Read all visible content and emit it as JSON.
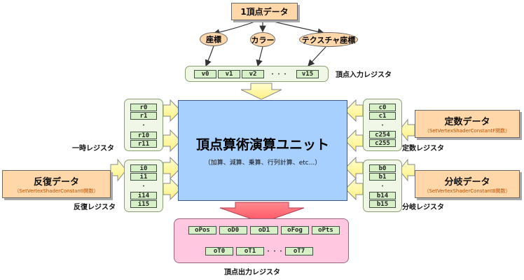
{
  "vertex_data": "1頂点データ",
  "attributes": [
    "座標",
    "カラー",
    "テクスチャ座標"
  ],
  "input_regs": [
    "v0",
    "v1",
    "v2",
    "・・・",
    "v15"
  ],
  "input_label": "頂点入力レジスタ",
  "temp_regs": [
    "r0",
    "r1",
    "・",
    "r10",
    "r11"
  ],
  "temp_label": "一時レジスタ",
  "const_regs": [
    "c0",
    "c1",
    "・",
    "c254",
    "c255"
  ],
  "const_label": "定数レジスタ",
  "const_data": {
    "title": "定数データ",
    "sub": "（SetVertexShaderConstantF関数）"
  },
  "loop_regs": [
    "i0",
    "i1",
    "・",
    "i14",
    "i15"
  ],
  "loop_label": "反復レジスタ",
  "loop_data": {
    "title": "反復データ",
    "sub": "（SetVertexShaderConstantI関数）"
  },
  "branch_regs": [
    "b0",
    "b1",
    "・",
    "b14",
    "b15"
  ],
  "branch_label": "分岐レジスタ",
  "branch_data": {
    "title": "分岐データ",
    "sub": "（SetVertexShaderConstantB関数）"
  },
  "unit": {
    "title": "頂点算術演算ユニット",
    "sub": "（加算、減算、乗算、行列計算、etc...）"
  },
  "output_regs_row1": [
    "oPos",
    "oD0",
    "oD1",
    "oFog",
    "oPts"
  ],
  "output_regs_row2": [
    "oT0",
    "oT1",
    "・・・",
    "oT7"
  ],
  "output_label": "頂点出力レジスタ",
  "colors": {
    "orange": "#ffd7a8",
    "blue": "#a8d0ff",
    "pink": "#ffc8e0",
    "red_arrow": "#ff6a78",
    "green": "#d8f0c8"
  }
}
